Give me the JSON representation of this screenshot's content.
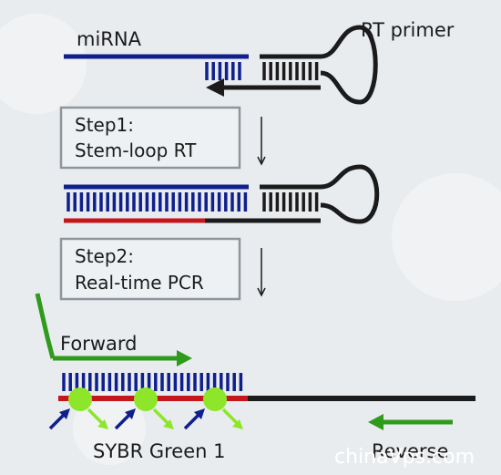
{
  "labels": {
    "mirna": "miRNA",
    "rt_primer": "RT primer",
    "step1_line1": "Step1:",
    "step1_line2": "Stem-loop RT",
    "step2_line1": "Step2:",
    "step2_line2": "Real-time PCR",
    "forward": "Forward",
    "reverse": "Reverse",
    "sybr": "SYBR Green 1"
  },
  "watermark": "chinaVps.com",
  "colors": {
    "background": "#e9ecef",
    "blue": "#0f1f8c",
    "black": "#1b1b1b",
    "red": "#c4161c",
    "green_arrow": "#2f9a1b",
    "green_dot": "#8ee62a",
    "box_border": "#8e969c"
  },
  "icons": {
    "dye": "sybr-dye-molecule-icon",
    "excitation": "excitation-arrow-icon",
    "emission": "emission-arrow-icon"
  }
}
